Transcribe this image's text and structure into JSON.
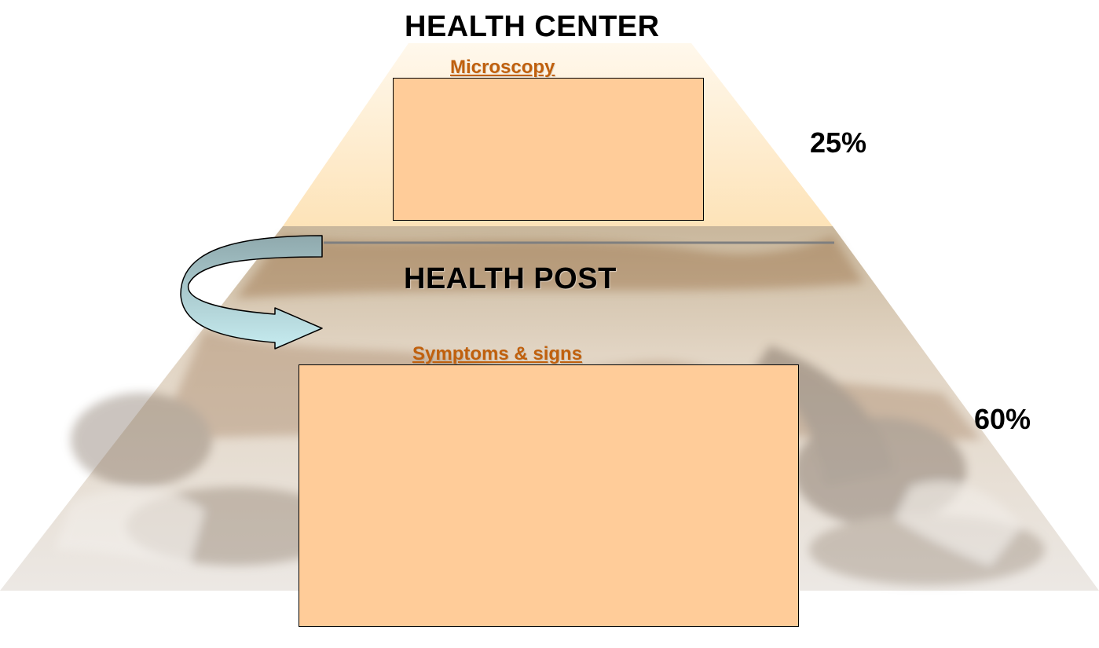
{
  "levels": {
    "top": {
      "title": "HEALTH CENTER",
      "box_label": "Microscopy",
      "percentage": "25%"
    },
    "bottom": {
      "title": "HEALTH POST",
      "box_label": "Symptoms & signs",
      "percentage": "60%"
    }
  },
  "colors": {
    "box_fill": "#ffcc99",
    "label_text": "#c0600d",
    "pyramid_top_fill": "#fde8c2",
    "arrow_top": "#8fa9ad",
    "arrow_bottom": "#c6ecf0",
    "divider": "#7f7f7f"
  },
  "icons": {
    "referral_arrow": "curved-arrow-icon"
  }
}
